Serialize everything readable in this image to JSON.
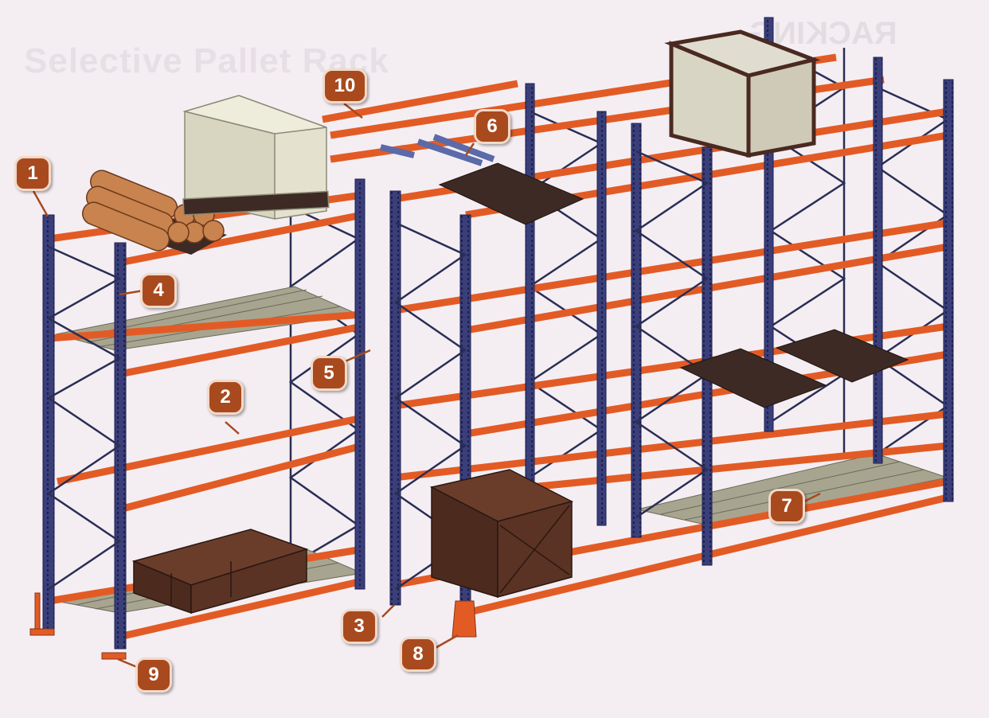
{
  "background_text": {
    "title": "Selective Pallet Rack",
    "mirrored": "RACKING"
  },
  "colors": {
    "upright": "#3a3f7a",
    "beam": "#e25b25",
    "brace": "#2a2e55",
    "deck": "#a7a58f",
    "load_dark": "#5a3324",
    "load_light": "#dedcc8",
    "pallet": "#3d2a24",
    "callout": "#a84a1e"
  },
  "callouts": [
    "1",
    "2",
    "3",
    "4",
    "5",
    "6",
    "7",
    "8",
    "9",
    "10"
  ],
  "icons": [
    "pipe-bundle",
    "wrapped-load",
    "crate",
    "pallet",
    "box-load"
  ]
}
